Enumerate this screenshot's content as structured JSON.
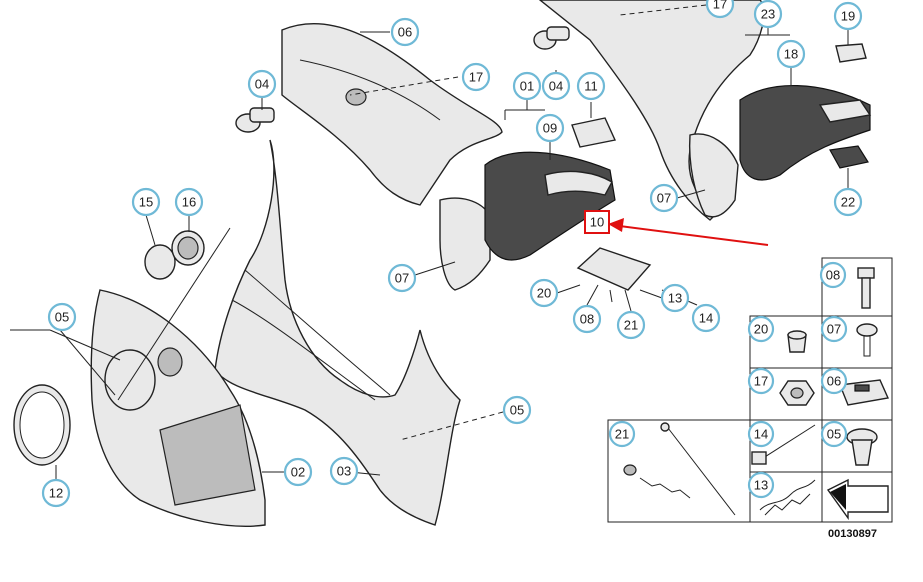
{
  "diagram": {
    "reference_number": "00130897",
    "highlighted_part": "10",
    "callouts": {
      "c06a": "06",
      "c17a": "17",
      "c04a": "04",
      "c01": "01",
      "c04b": "04",
      "c11": "11",
      "c09": "09",
      "c17b": "17",
      "c23": "23",
      "c19": "19",
      "c18": "18",
      "c07a": "07",
      "c22": "22",
      "c15": "15",
      "c16": "16",
      "c07b": "07",
      "c20a": "20",
      "c08a": "08",
      "c21a": "21",
      "c13a": "13",
      "c14a": "14",
      "c05a": "05",
      "c05b": "05",
      "c02": "02",
      "c03": "03",
      "c12": "12",
      "g08": "08",
      "g20": "20",
      "g07": "07",
      "g17": "17",
      "g06": "06",
      "g21": "21",
      "g14": "14",
      "g05": "05",
      "g13": "13"
    },
    "highlight_label": "10"
  }
}
